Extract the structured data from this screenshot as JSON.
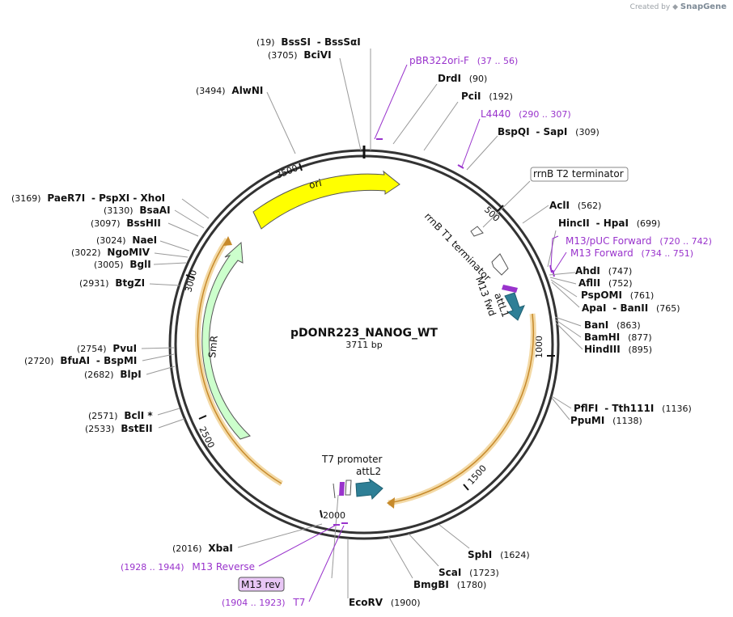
{
  "watermark": {
    "prefix": "Created by",
    "brand": "SnapGene"
  },
  "plasmid": {
    "name": "pDONR223_NANOG_WT",
    "size_label": "3711 bp",
    "length": 3711
  },
  "ticks": [
    "500",
    "1000",
    "1500",
    "2000",
    "2500",
    "3000",
    "3500"
  ],
  "features": {
    "ori": "ori",
    "smr": "SmR",
    "rrnb_t1": "rrnB T1 terminator",
    "rrnb_t2": "rrnB T2 terminator",
    "m13_fwd": "M13 fwd",
    "attl1": "attL1",
    "t7_promoter": "T7 promoter",
    "attl2": "attL2",
    "m13_rev": "M13 rev"
  },
  "sites_left": [
    {
      "pos": "(19)",
      "name": "BssSI",
      "extra": "- BssSαI"
    },
    {
      "pos": "(3705)",
      "name": "BciVI"
    },
    {
      "pos": "(3494)",
      "name": "AlwNI"
    },
    {
      "pos": "(3169)",
      "name": "PaeR7I",
      "extra": "- PspXI  - XhoI"
    },
    {
      "pos": "(3130)",
      "name": "BsaAI"
    },
    {
      "pos": "(3097)",
      "name": "BssHII"
    },
    {
      "pos": "(3024)",
      "name": "NaeI"
    },
    {
      "pos": "(3022)",
      "name": "NgoMIV"
    },
    {
      "pos": "(3005)",
      "name": "BglI"
    },
    {
      "pos": "(2931)",
      "name": "BtgZI"
    },
    {
      "pos": "(2754)",
      "name": "PvuI"
    },
    {
      "pos": "(2720)",
      "name": "BfuAI",
      "extra": "- BspMI"
    },
    {
      "pos": "(2682)",
      "name": "BlpI"
    },
    {
      "pos": "(2571)",
      "name": "BclI *"
    },
    {
      "pos": "(2533)",
      "name": "BstEII"
    },
    {
      "pos": "(2016)",
      "name": "XbaI"
    }
  ],
  "sites_right": [
    {
      "name": "DrdI",
      "pos": "(90)"
    },
    {
      "name": "PciI",
      "pos": "(192)"
    },
    {
      "name": "BspQI",
      "extra": "- SapI",
      "pos": "(309)"
    },
    {
      "name": "AclI",
      "pos": "(562)"
    },
    {
      "name": "HincII",
      "extra": "- HpaI",
      "pos": "(699)"
    },
    {
      "name": "AhdI",
      "pos": "(747)"
    },
    {
      "name": "AflII",
      "pos": "(752)"
    },
    {
      "name": "PspOMI",
      "pos": "(761)"
    },
    {
      "name": "ApaI",
      "extra": "- BanII",
      "pos": "(765)"
    },
    {
      "name": "BanI",
      "pos": "(863)"
    },
    {
      "name": "BamHI",
      "pos": "(877)"
    },
    {
      "name": "HindIII",
      "pos": "(895)"
    },
    {
      "name": "PflFI",
      "extra": "- Tth111I",
      "pos": "(1136)"
    },
    {
      "name": "PpuMI",
      "pos": "(1138)"
    },
    {
      "name": "SphI",
      "pos": "(1624)"
    },
    {
      "name": "ScaI",
      "pos": "(1723)"
    },
    {
      "name": "BmgBI",
      "pos": "(1780)"
    },
    {
      "name": "EcoRV",
      "pos": "(1900)"
    }
  ],
  "primers": [
    {
      "name": "pBR322ori-F",
      "range": "(37 .. 56)"
    },
    {
      "name": "L4440",
      "range": "(290 .. 307)"
    },
    {
      "name": "M13/pUC Forward",
      "range": "(720 .. 742)"
    },
    {
      "name": "M13 Forward",
      "range": "(734 .. 751)"
    },
    {
      "name": "M13 Reverse",
      "range": "(1928 .. 1944)"
    },
    {
      "name": "T7",
      "range": "(1904 .. 1923)"
    }
  ],
  "colors": {
    "backbone": "#333333",
    "ori": "#ffff00",
    "smr": "#ccffcc",
    "att": "#2e7f96",
    "primer": "#9933cc",
    "orf_highlight": "#f3d9a5",
    "orf_line": "#c78a2b",
    "m13rev_box": "#e8c6f5"
  }
}
